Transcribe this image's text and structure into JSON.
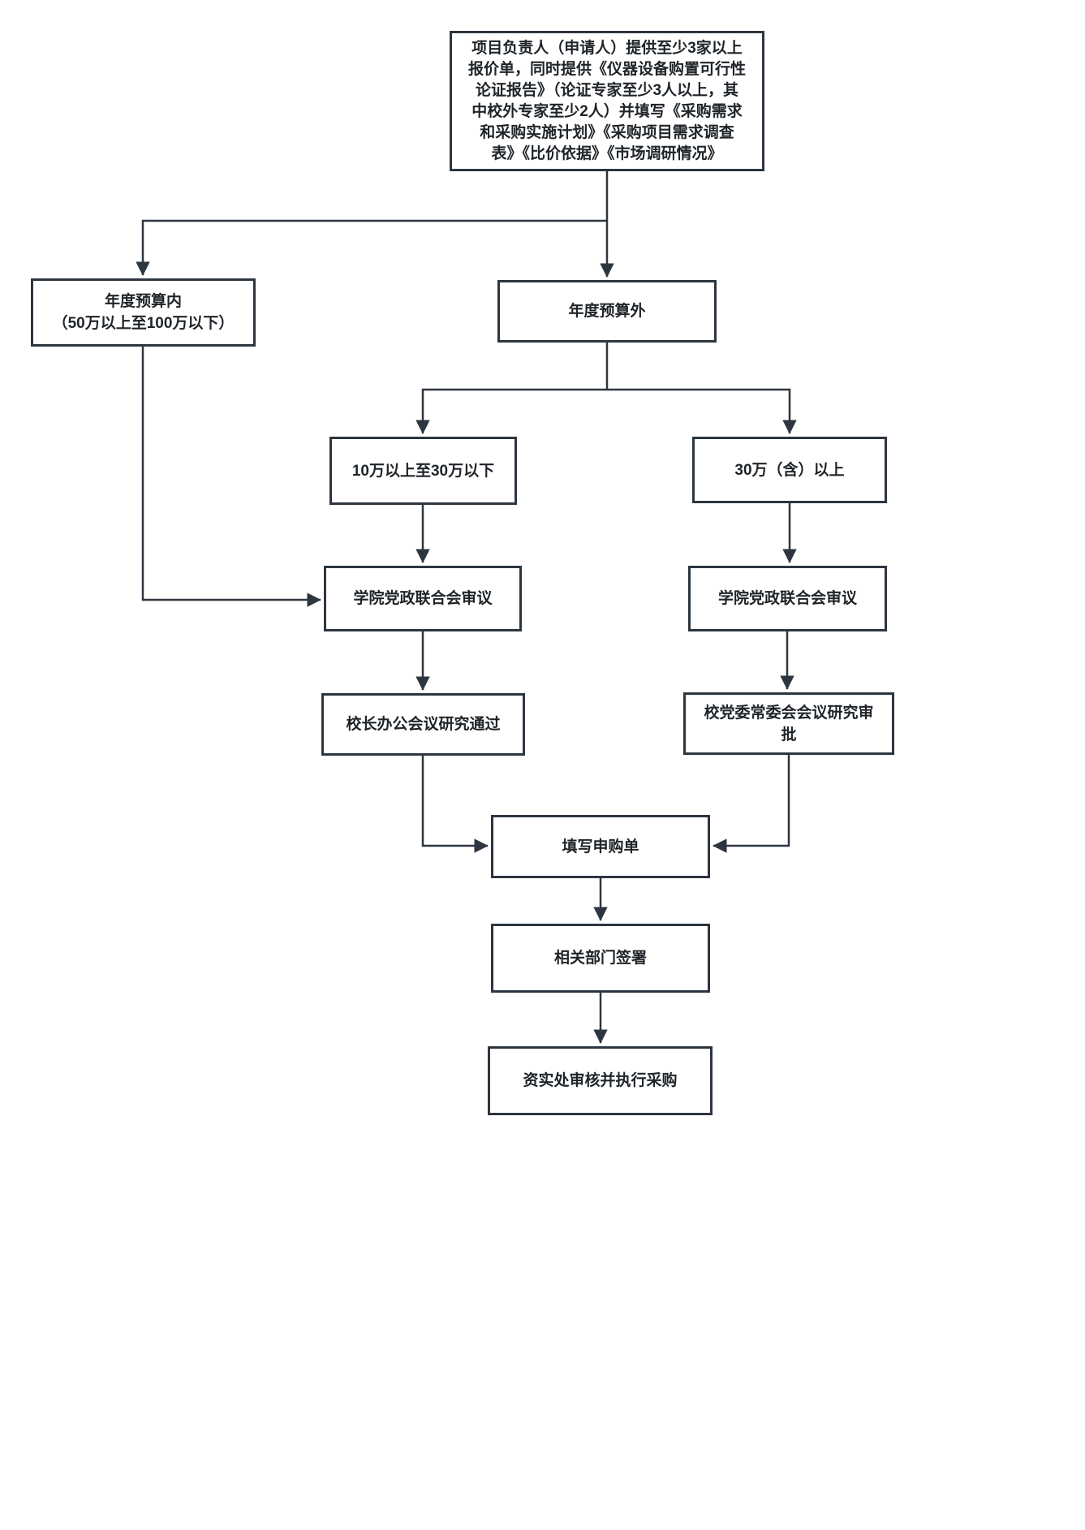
{
  "diagram": {
    "colors": {
      "border": "#2d3640",
      "text": "#1f2429",
      "background": "#ffffff"
    },
    "nodes": {
      "start": {
        "text": "项目负责人（申请人）提供至少3家以上报价单，同时提供《仪器设备购置可行性论证报告》（论证专家至少3人以上，其中校外专家至少2人）并填写《采购需求和采购实施计划》《采购项目需求调查表》《比价依据》《市场调研情况》",
        "lines": [
          "项目负责人（申请人）提供至少3家以上",
          "报价单，同时提供《仪器设备购置可行性",
          "论证报告》（论证专家至少3人以上，其",
          "中校外专家至少2人）并填写《采购需求",
          "和采购实施计划》《采购项目需求调查",
          "表》《比价依据》《市场调研情况》"
        ]
      },
      "budget_within": {
        "lines": [
          "年度预算内",
          "（50万以上至100万以下）"
        ]
      },
      "budget_beyond": {
        "text": "年度预算外"
      },
      "range_10_30": {
        "text": "10万以上至30万以下"
      },
      "range_30_plus": {
        "text": "30万（含）以上"
      },
      "college_review_left": {
        "text": "学院党政联合会审议"
      },
      "college_review_right": {
        "text": "学院党政联合会审议"
      },
      "president_meeting": {
        "text": "校长办公会议研究通过"
      },
      "party_committee": {
        "lines": [
          "校党委常委会会议研究审",
          "批"
        ]
      },
      "fill_form": {
        "text": "填写申购单"
      },
      "dept_sign": {
        "text": "相关部门签署"
      },
      "asset_office": {
        "text": "资实处审核并执行采购"
      }
    },
    "edges": [
      {
        "from": "start",
        "to": "budget_within"
      },
      {
        "from": "start",
        "to": "budget_beyond"
      },
      {
        "from": "budget_beyond",
        "to": "range_10_30"
      },
      {
        "from": "budget_beyond",
        "to": "range_30_plus"
      },
      {
        "from": "budget_within",
        "to": "college_review_left"
      },
      {
        "from": "range_10_30",
        "to": "college_review_left"
      },
      {
        "from": "range_30_plus",
        "to": "college_review_right"
      },
      {
        "from": "college_review_left",
        "to": "president_meeting"
      },
      {
        "from": "college_review_right",
        "to": "party_committee"
      },
      {
        "from": "president_meeting",
        "to": "fill_form"
      },
      {
        "from": "party_committee",
        "to": "fill_form"
      },
      {
        "from": "fill_form",
        "to": "dept_sign"
      },
      {
        "from": "dept_sign",
        "to": "asset_office"
      }
    ]
  }
}
